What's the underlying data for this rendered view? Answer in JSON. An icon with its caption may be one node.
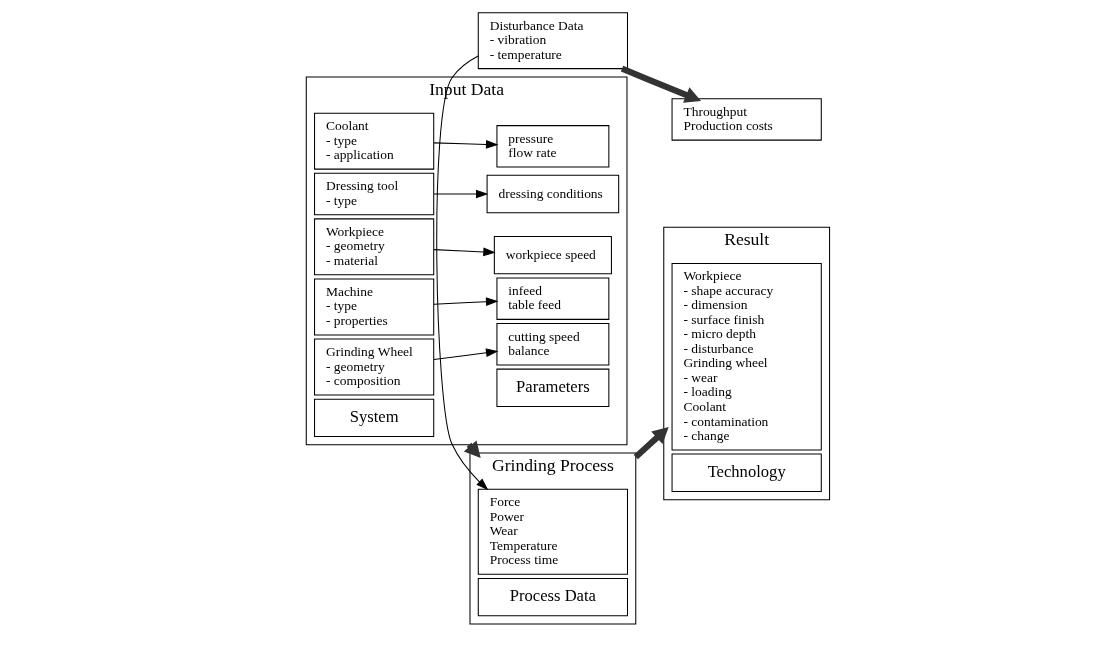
{
  "diagram": {
    "nodes": [
      {
        "text": [
          "Input Data"
        ]
      },
      {
        "text": [
          "System"
        ],
        "in": 0
      },
      {
        "text": [
          "Parameters"
        ],
        "in": 0
      },
      {
        "text": [
          "Machine",
          "- type",
          "- properties"
        ],
        "in": 0
      },
      {
        "text": [
          "infeed",
          "table feed"
        ],
        "in": 0
      },
      {
        "text": [
          "Workpiece",
          "- geometry",
          "- material"
        ],
        "in": 0
      },
      {
        "text": [
          "workpiece speed"
        ],
        "in": 0
      },
      {
        "text": [
          "Grinding Wheel",
          "- geometry",
          "- composition"
        ],
        "in": 0
      },
      {
        "text": [
          "cutting speed",
          "balance"
        ],
        "in": 0
      },
      {
        "text": [
          "Dressing tool",
          "- type"
        ],
        "in": 0
      },
      {
        "text": [
          "dressing conditions"
        ],
        "in": 0
      },
      {
        "text": [
          "Coolant",
          "- type",
          "- application"
        ],
        "in": 0
      },
      {
        "text": [
          "pressure",
          "flow rate"
        ],
        "in": 0
      },
      {
        "text": [
          "Grinding Process"
        ]
      },
      {
        "text": [
          "Process Data"
        ],
        "in": 13
      },
      {
        "text": [
          "Force",
          "Power",
          "Wear",
          "Temperature",
          "Process time"
        ],
        "in": 13
      },
      {
        "text": [
          "Disturbance Data",
          "- vibration",
          "- temperature"
        ]
      },
      {
        "text": [
          "Result"
        ]
      },
      {
        "text": [
          "Technology"
        ],
        "in": 17
      },
      {
        "text": [
          "Workpiece",
          "- shape accuracy",
          "- dimension",
          "- surface finish",
          "- micro depth",
          "- disturbance",
          "Grinding wheel",
          "- wear",
          "- loading",
          "Coolant",
          "- contamination",
          "- change"
        ],
        "in": 17
      },
      {
        "text": [
          "Throughput",
          "Production costs"
        ]
      }
    ],
    "edges": [
      {
        "from": 3,
        "to": 4,
        "arrow": "to"
      },
      {
        "from": 5,
        "to": 6,
        "arrow": "to"
      },
      {
        "from": 7,
        "to": 8,
        "arrow": "to"
      },
      {
        "from": 9,
        "to": 10,
        "arrow": "to"
      },
      {
        "from": 11,
        "to": 12,
        "arrow": "to"
      },
      {
        "from": 0,
        "to": 13,
        "arrow": "to",
        "style": "thick"
      },
      {
        "from": 13,
        "to": 17,
        "arrow": "to",
        "style": "thick"
      },
      {
        "from": 16,
        "to": 15,
        "arrow": "to"
      },
      {
        "from": 16,
        "to": 20,
        "arrow": "to",
        "style": "thick"
      }
    ]
  }
}
